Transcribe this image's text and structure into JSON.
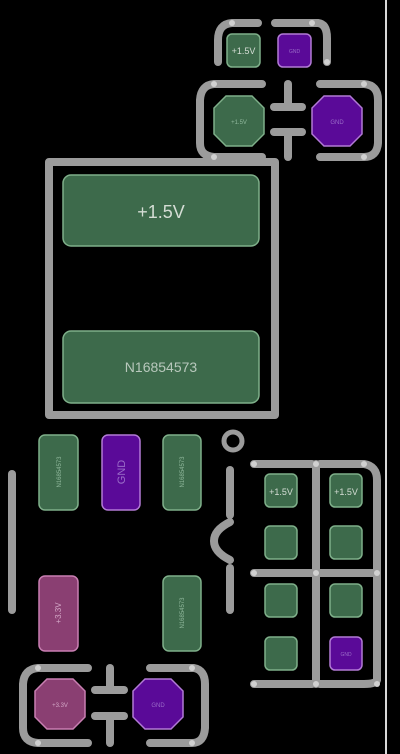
{
  "colors": {
    "background": "#000000",
    "silkscreen": "#9b9b9b",
    "pad_green": "#3d6a4b",
    "pad_green_edge": "#7fb08a",
    "pad_purple": "#5a0a98",
    "pad_purple_edge": "#b27ad6",
    "pad_pink": "#8a3f72",
    "pad_pink_edge": "#c97fb2",
    "label_light": "#d5ddd5",
    "label_green_dim": "#8fb79b",
    "label_purple_dim": "#9a6cc8",
    "label_pink_dim": "#d3a6c6",
    "edge_line": "#d9d9d9"
  },
  "pads": [
    {
      "id": "big-pad-top",
      "net": "+1.5V"
    },
    {
      "id": "big-pad-bottom",
      "net": "N16854573"
    },
    {
      "id": "tr-small-left",
      "net": "+1.5V"
    },
    {
      "id": "tr-small-right",
      "net": "GND"
    },
    {
      "id": "tr-oct-left",
      "net": "+1.5V"
    },
    {
      "id": "tr-oct-right",
      "net": "GND"
    },
    {
      "id": "mid-pad-1",
      "net": "N16854573"
    },
    {
      "id": "mid-pad-2",
      "net": "GND"
    },
    {
      "id": "mid-pad-3",
      "net": "N16854573"
    },
    {
      "id": "bl-pad-pink",
      "net": "+3.3V"
    },
    {
      "id": "bl-pad-green",
      "net": "N16854573"
    },
    {
      "id": "bot-oct-left",
      "net": "+3.3V"
    },
    {
      "id": "bot-oct-right",
      "net": "GND"
    },
    {
      "id": "grid-r1c1",
      "net": "+1.5V"
    },
    {
      "id": "grid-r1c2",
      "net": "+1.5V"
    },
    {
      "id": "grid-r2c1",
      "net": ""
    },
    {
      "id": "grid-r2c2",
      "net": ""
    },
    {
      "id": "grid-r3c1",
      "net": ""
    },
    {
      "id": "grid-r3c2",
      "net": ""
    },
    {
      "id": "grid-r4c1",
      "net": ""
    },
    {
      "id": "grid-r4c2",
      "net": "GND"
    }
  ]
}
